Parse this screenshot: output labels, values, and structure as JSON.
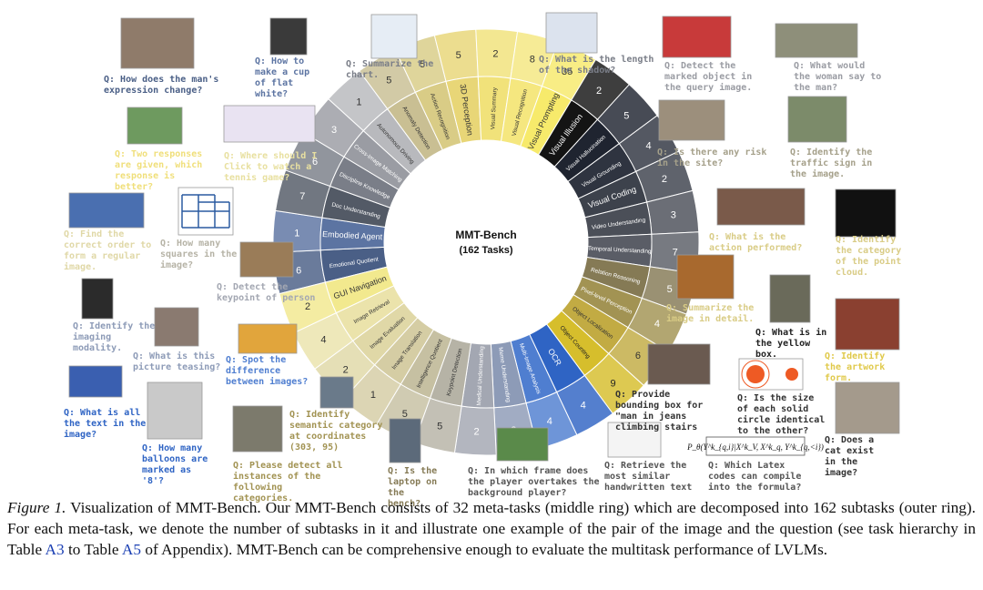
{
  "center": {
    "title": "MMT-Bench",
    "subtitle": "(162 Tasks)"
  },
  "segments": [
    {
      "name": "Emotional Quotient",
      "count": "6",
      "color": "#4a5f86",
      "text_color": "#ffffff"
    },
    {
      "name": "Embodied Agent",
      "count": "1",
      "color": "#5c74a2",
      "text_color": "#ffffff"
    },
    {
      "name": "Doc Understanding",
      "count": "7",
      "color": "#535a66",
      "text_color": "#ffffff"
    },
    {
      "name": "Discipline Knowledge",
      "count": "6",
      "color": "#7a7e88",
      "text_color": "#ffffff"
    },
    {
      "name": "Cross-Image Matching",
      "count": "3",
      "color": "#9a9ca3",
      "text_color": "#ffffff"
    },
    {
      "name": "Autonomous Driving",
      "count": "1",
      "color": "#b8b9bd",
      "text_color": "#333333"
    },
    {
      "name": "Anomaly Detection",
      "count": "5",
      "color": "#c9bf93",
      "text_color": "#333333"
    },
    {
      "name": "Action Recognition",
      "count": "5",
      "color": "#d9cc86",
      "text_color": "#333333"
    },
    {
      "name": "3D Perception",
      "count": "5",
      "color": "#e8d677",
      "text_color": "#333333"
    },
    {
      "name": "Visual Summary",
      "count": "2",
      "color": "#f1e27a",
      "text_color": "#333333"
    },
    {
      "name": "Visual Recognition",
      "count": "8",
      "color": "#f5e77f",
      "text_color": "#333333"
    },
    {
      "name": "Visual Prompting",
      "count": "35",
      "color": "#f7ea6b",
      "text_color": "#333333"
    },
    {
      "name": "Visual Illusion",
      "count": "2",
      "color": "#141414",
      "text_color": "#ffffff"
    },
    {
      "name": "Visual Hallucination",
      "count": "5",
      "color": "#1f2430",
      "text_color": "#ffffff"
    },
    {
      "name": "Visual Grounding",
      "count": "4",
      "color": "#2f3440",
      "text_color": "#ffffff"
    },
    {
      "name": "Visual Coding",
      "count": "2",
      "color": "#3d424c",
      "text_color": "#ffffff"
    },
    {
      "name": "Video Understanding",
      "count": "3",
      "color": "#4b4f58",
      "text_color": "#ffffff"
    },
    {
      "name": "Temporal Understanding",
      "count": "7",
      "color": "#5a5d66",
      "text_color": "#ffffff"
    },
    {
      "name": "Relation Reasoning",
      "count": "5",
      "color": "#857a55",
      "text_color": "#ffffff"
    },
    {
      "name": "Pixel-level Perception",
      "count": "4",
      "color": "#a29353",
      "text_color": "#ffffff"
    },
    {
      "name": "Object Localization",
      "count": "6",
      "color": "#c2ab43",
      "text_color": "#333333"
    },
    {
      "name": "Object Counting",
      "count": "9",
      "color": "#d6be2c",
      "text_color": "#222222"
    },
    {
      "name": "OCR",
      "count": "4",
      "color": "#2f64c4",
      "text_color": "#ffffff"
    },
    {
      "name": "Multi-Image Analysis",
      "count": "4",
      "color": "#4f7ed0",
      "text_color": "#ffffff"
    },
    {
      "name": "Meme Understanding",
      "count": "2",
      "color": "#8d9bb7",
      "text_color": "#ffffff"
    },
    {
      "name": "Medical Understanding",
      "count": "2",
      "color": "#a3a7b2",
      "text_color": "#ffffff"
    },
    {
      "name": "Keypoint Detection",
      "count": "5",
      "color": "#b6b3a6",
      "text_color": "#333333"
    },
    {
      "name": "Intelligence Quotient",
      "count": "5",
      "color": "#c6c0a2",
      "text_color": "#333333"
    },
    {
      "name": "Image Translation",
      "count": "1",
      "color": "#d5cda4",
      "text_color": "#333333"
    },
    {
      "name": "Image Evaluation",
      "count": "2",
      "color": "#e0d8a7",
      "text_color": "#333333"
    },
    {
      "name": "Image Retrieval",
      "count": "4",
      "color": "#ebe3ab",
      "text_color": "#333333"
    },
    {
      "name": "GUI Navigation",
      "count": "2",
      "color": "#f2e98e",
      "text_color": "#333333"
    }
  ],
  "questions": [
    {
      "text": "Q: How does the man's expression change?",
      "color": "#4a5f86"
    },
    {
      "text": "Q: How to make a cup of flat white?",
      "color": "#5c74a2"
    },
    {
      "text": "Q: Summarize the chart.",
      "color": "#7a7e88"
    },
    {
      "text": "Q: What is the length of the shadow?",
      "color": "#7a7e88"
    },
    {
      "text": "Q: Detect the marked object in the query image.",
      "color": "#9a9ca3"
    },
    {
      "text": "Q: What would the woman say to the man?",
      "color": "#9a9ca3"
    },
    {
      "text": "Q: Is there any risk in the site?",
      "color": "#a5a08a"
    },
    {
      "text": "Q: Identify the traffic sign in the image.",
      "color": "#a5a08a"
    },
    {
      "text": "Q: What is the action performed?",
      "color": "#d9cc86"
    },
    {
      "text": "Q: Identify the category of the point cloud.",
      "color": "#d9cc86"
    },
    {
      "text": "Q: Summarize the image in detail.",
      "color": "#d9cc86"
    },
    {
      "text": "Q: What is in the yellow box.",
      "color": "#222222"
    },
    {
      "text": "Q: Identify the artwork form.",
      "color": "#e0c94a"
    },
    {
      "text": "Q: Provide bounding box for \"man in jeans climbing stairs",
      "color": "#333333"
    },
    {
      "text": "Q: Is the size of each solid circle identical to the other?",
      "color": "#333333"
    },
    {
      "text": "Q: Does a cat exist in the image?",
      "color": "#333333"
    },
    {
      "text": "Q: Retrieve the most similar handwritten text",
      "color": "#555555"
    },
    {
      "text": "Q: Which Latex codes can compile into the formula?",
      "color": "#555555"
    },
    {
      "text": "Q: In which frame does the player overtakes the background player?",
      "color": "#555555"
    },
    {
      "text": "Q: Is the laptop on the bench?",
      "color": "#857a55"
    },
    {
      "text": "Q: Identify semantic category at coordinates (303, 95)",
      "color": "#a29353"
    },
    {
      "text": "Q: Please detect all instances of the following categories.",
      "color": "#a29353"
    },
    {
      "text": "Q: How many balloons are marked as '8'?",
      "color": "#2f64c4"
    },
    {
      "text": "Q: What is all the text in the image?",
      "color": "#2f64c4"
    },
    {
      "text": "Q: Spot the difference between images?",
      "color": "#4f7ed0"
    },
    {
      "text": "Q: What is this picture teasing?",
      "color": "#8d9bb7"
    },
    {
      "text": "Q: Identify the imaging modality.",
      "color": "#8d9bb7"
    },
    {
      "text": "Q: Detect the keypoint of person",
      "color": "#a3a7b2"
    },
    {
      "text": "Q: How many squares in the image?",
      "color": "#b6b3a6"
    },
    {
      "text": "Q: Find the correct order to form a regular image.",
      "color": "#e0d8a7"
    },
    {
      "text": "Q: Two responses are given, which response is better?",
      "color": "#f0df7a"
    },
    {
      "text": "Q: Where should I Click to watch a tennis game?",
      "color": "#e8e0a0"
    }
  ],
  "formula": "P_θ(Y^k_{q,i}|X^k_V, X^k_q, Y^k_{q,<i})",
  "caption": {
    "label": "Figure 1.",
    "text_before": " Visualization of MMT-Bench. Our MMT-Bench consists of 32 meta-tasks (middle ring) which are decomposed into 162 subtasks (outer ring). For each meta-task, we denote the number of subtasks in it and illustrate one example of the pair of the image and the question (see task hierarchy in Table ",
    "link1": "A3",
    "text_middle": " to Table ",
    "link2": "A5",
    "text_after": " of Appendix). MMT-Bench can be comprehensive enough to evaluate the multitask performance of LVLMs."
  }
}
